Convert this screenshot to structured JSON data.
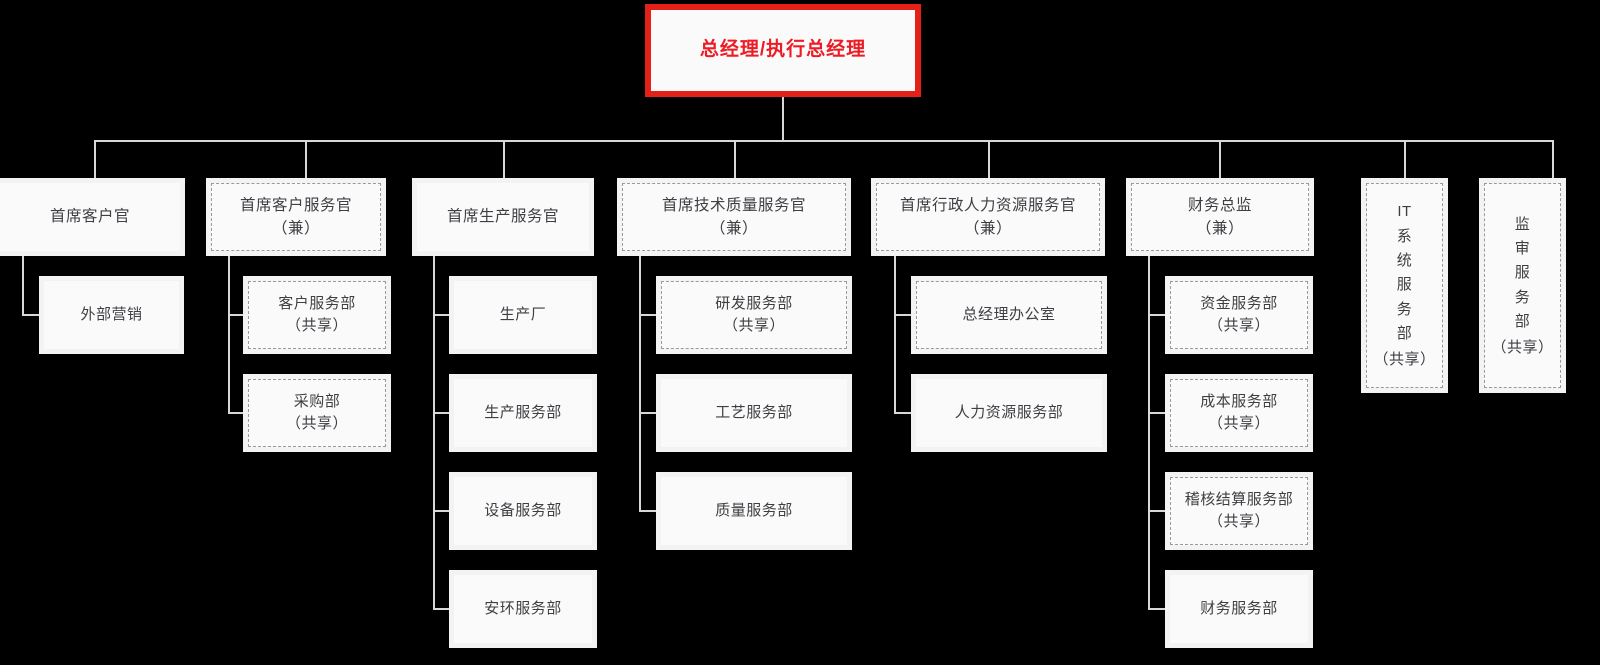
{
  "meta": {
    "title": "组织架构图",
    "background_color": "#000000",
    "accent_color": "#ed1c24",
    "box_fill": "#fafafb",
    "box_frame": "#f3f3f4",
    "line_color": "#d8d8d8",
    "text_color": "#3f3f43"
  },
  "root": {
    "label": "总经理/执行总经理",
    "style": "highlight-red"
  },
  "legend": {
    "shared_suffix": "（共享）",
    "concurrent_suffix": "（兼）"
  },
  "columns": [
    {
      "id": "customer-officer",
      "head": {
        "label_lines": [
          "首席客户官"
        ],
        "border": "solid"
      },
      "children": [
        {
          "label_lines": [
            "外部营销"
          ],
          "border": "solid"
        }
      ]
    },
    {
      "id": "customer-service-officer",
      "head": {
        "label_lines": [
          "首席客户服务官",
          "（兼）"
        ],
        "border": "dashed"
      },
      "children": [
        {
          "label_lines": [
            "客户服务部",
            "（共享）"
          ],
          "border": "dashed"
        },
        {
          "label_lines": [
            "采购部",
            "（共享）"
          ],
          "border": "dashed"
        }
      ]
    },
    {
      "id": "production-officer",
      "head": {
        "label_lines": [
          "首席生产服务官"
        ],
        "border": "solid"
      },
      "children": [
        {
          "label_lines": [
            "生产厂"
          ],
          "border": "solid"
        },
        {
          "label_lines": [
            "生产服务部"
          ],
          "border": "solid"
        },
        {
          "label_lines": [
            "设备服务部"
          ],
          "border": "solid"
        },
        {
          "label_lines": [
            "安环服务部"
          ],
          "border": "solid"
        }
      ]
    },
    {
      "id": "technology-quality-officer",
      "head": {
        "label_lines": [
          "首席技术质量服务官",
          "（兼）"
        ],
        "border": "dashed"
      },
      "children": [
        {
          "label_lines": [
            "研发服务部",
            "（共享）"
          ],
          "border": "dashed"
        },
        {
          "label_lines": [
            "工艺服务部"
          ],
          "border": "solid"
        },
        {
          "label_lines": [
            "质量服务部"
          ],
          "border": "solid"
        }
      ]
    },
    {
      "id": "admin-hr-officer",
      "head": {
        "label_lines": [
          "首席行政人力资源服务官",
          "（兼）"
        ],
        "border": "dashed"
      },
      "children": [
        {
          "label_lines": [
            "总经理办公室"
          ],
          "border": "dashed"
        },
        {
          "label_lines": [
            "人力资源服务部"
          ],
          "border": "solid"
        }
      ]
    },
    {
      "id": "finance-director",
      "head": {
        "label_lines": [
          "财务总监",
          "（兼）"
        ],
        "border": "dashed"
      },
      "children": [
        {
          "label_lines": [
            "资金服务部",
            "（共享）"
          ],
          "border": "dashed"
        },
        {
          "label_lines": [
            "成本服务部",
            "（共享）"
          ],
          "border": "dashed"
        },
        {
          "label_lines": [
            "稽核结算服务部",
            "（共享）"
          ],
          "border": "dashed"
        },
        {
          "label_lines": [
            "财务服务部"
          ],
          "border": "solid"
        }
      ]
    },
    {
      "id": "it-system-dept",
      "head": {
        "vertical_chars": [
          "IT",
          "系",
          "统",
          "服",
          "务",
          "部"
        ],
        "tail": "（共享）",
        "border": "dashed",
        "orientation": "vertical"
      },
      "children": []
    },
    {
      "id": "audit-dept",
      "head": {
        "vertical_chars": [
          "监",
          "审",
          "服",
          "务",
          "部"
        ],
        "tail": "（共享）",
        "border": "dashed",
        "orientation": "vertical"
      },
      "children": []
    }
  ]
}
